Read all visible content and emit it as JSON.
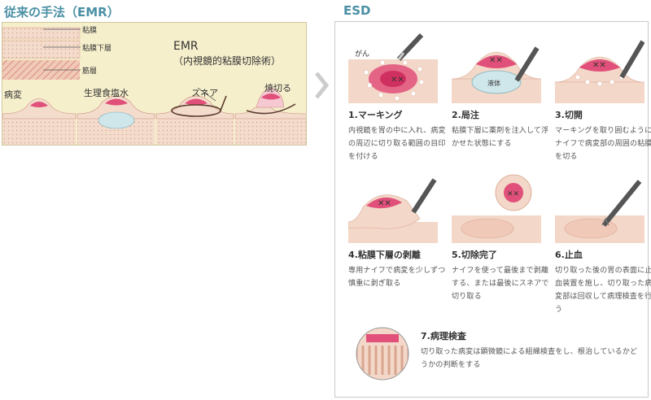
{
  "emr": {
    "heading": "従来の手法（EMR）",
    "title": "EMR",
    "subtitle": "（内視鏡的粘膜切除術）",
    "layers": [
      "粘膜",
      "粘膜下層",
      "筋層"
    ],
    "steps": [
      "病変",
      "生理食塩水",
      "スネア",
      "焼切る"
    ]
  },
  "esd": {
    "heading": "ESD",
    "cancer_label": "がん",
    "liquid_label": "液体",
    "steps": [
      {
        "title": "1.マーキング",
        "desc": "内視鏡を胃の中に入れ、病変の周辺に切り取る範囲の目印を付ける"
      },
      {
        "title": "2.局注",
        "desc": "粘膜下層に薬剤を注入して浮かせた状態にする"
      },
      {
        "title": "3.切開",
        "desc": "マーキングを取り囲むようにナイフで病変部の周囲の粘膜を切る"
      },
      {
        "title": "4.粘膜下層の剥離",
        "desc": "専用ナイフで病変を少しずつ慎重に剥ぎ取る"
      },
      {
        "title": "5.切除完了",
        "desc": "ナイフを使って最後まで剥離する、または最後にスネアで切り取る"
      },
      {
        "title": "6.止血",
        "desc": "切り取った後の胃の表面に止血装置を施し、切り取った病変部は回収して病理検査を行う"
      },
      {
        "title": "7.病理検査",
        "desc": "切り取った病変は顕微鏡による組織検査をし、根治しているかどうかの判断をする"
      }
    ]
  },
  "colors": {
    "heading": "#4a90a4",
    "mucosa": "#f3d7c8",
    "lesion": "#e0507a",
    "liquid": "#cfe6ea",
    "panel_bg": "#f6efcc"
  }
}
